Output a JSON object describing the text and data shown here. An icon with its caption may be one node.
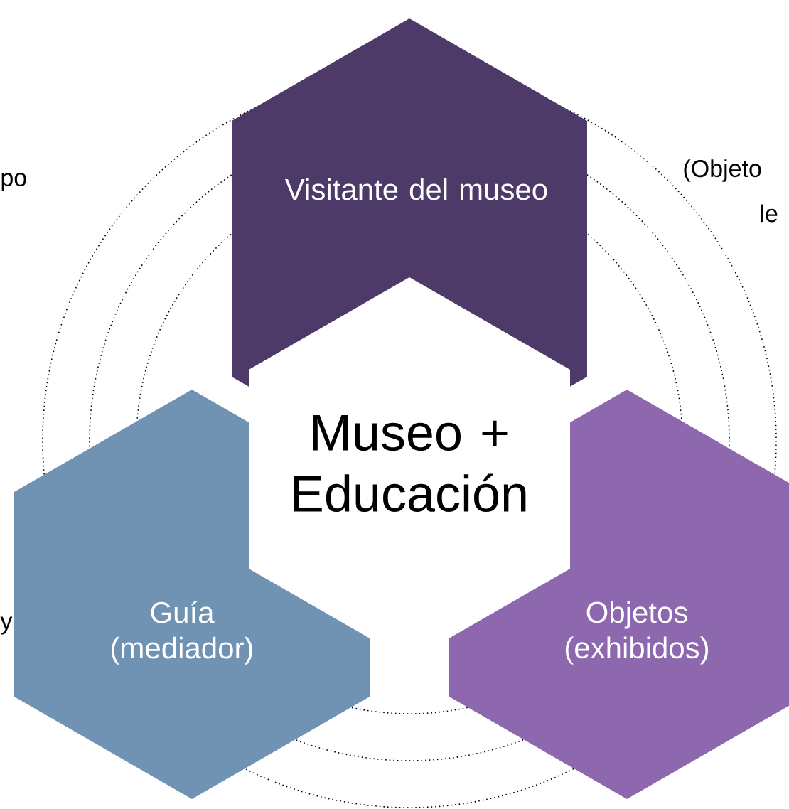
{
  "diagram": {
    "nodes": [
      {
        "text": [
          "Visitante del museo"
        ]
      },
      {
        "text": [
          "Museo + Educación"
        ]
      },
      {
        "text": [
          "Guía (mediador)"
        ]
      },
      {
        "text": [
          "Objetos (exhibidos)"
        ]
      }
    ],
    "labels": [
      "po",
      "(Objeto",
      "le",
      "y"
    ]
  }
}
